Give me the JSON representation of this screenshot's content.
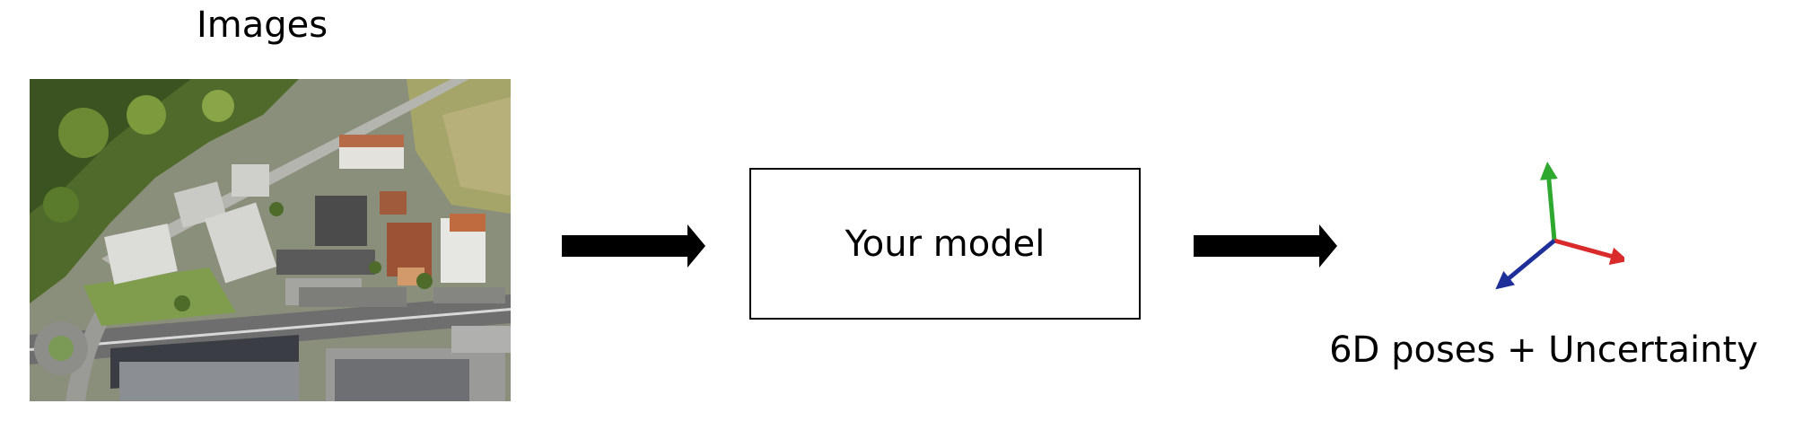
{
  "input": {
    "title": "Images"
  },
  "model": {
    "label": "Your model"
  },
  "output": {
    "label": "6D poses + Uncertainty"
  },
  "axes": {
    "x_color": "#d92b2b",
    "y_color": "#2ea82e",
    "z_color": "#1f2f99"
  }
}
